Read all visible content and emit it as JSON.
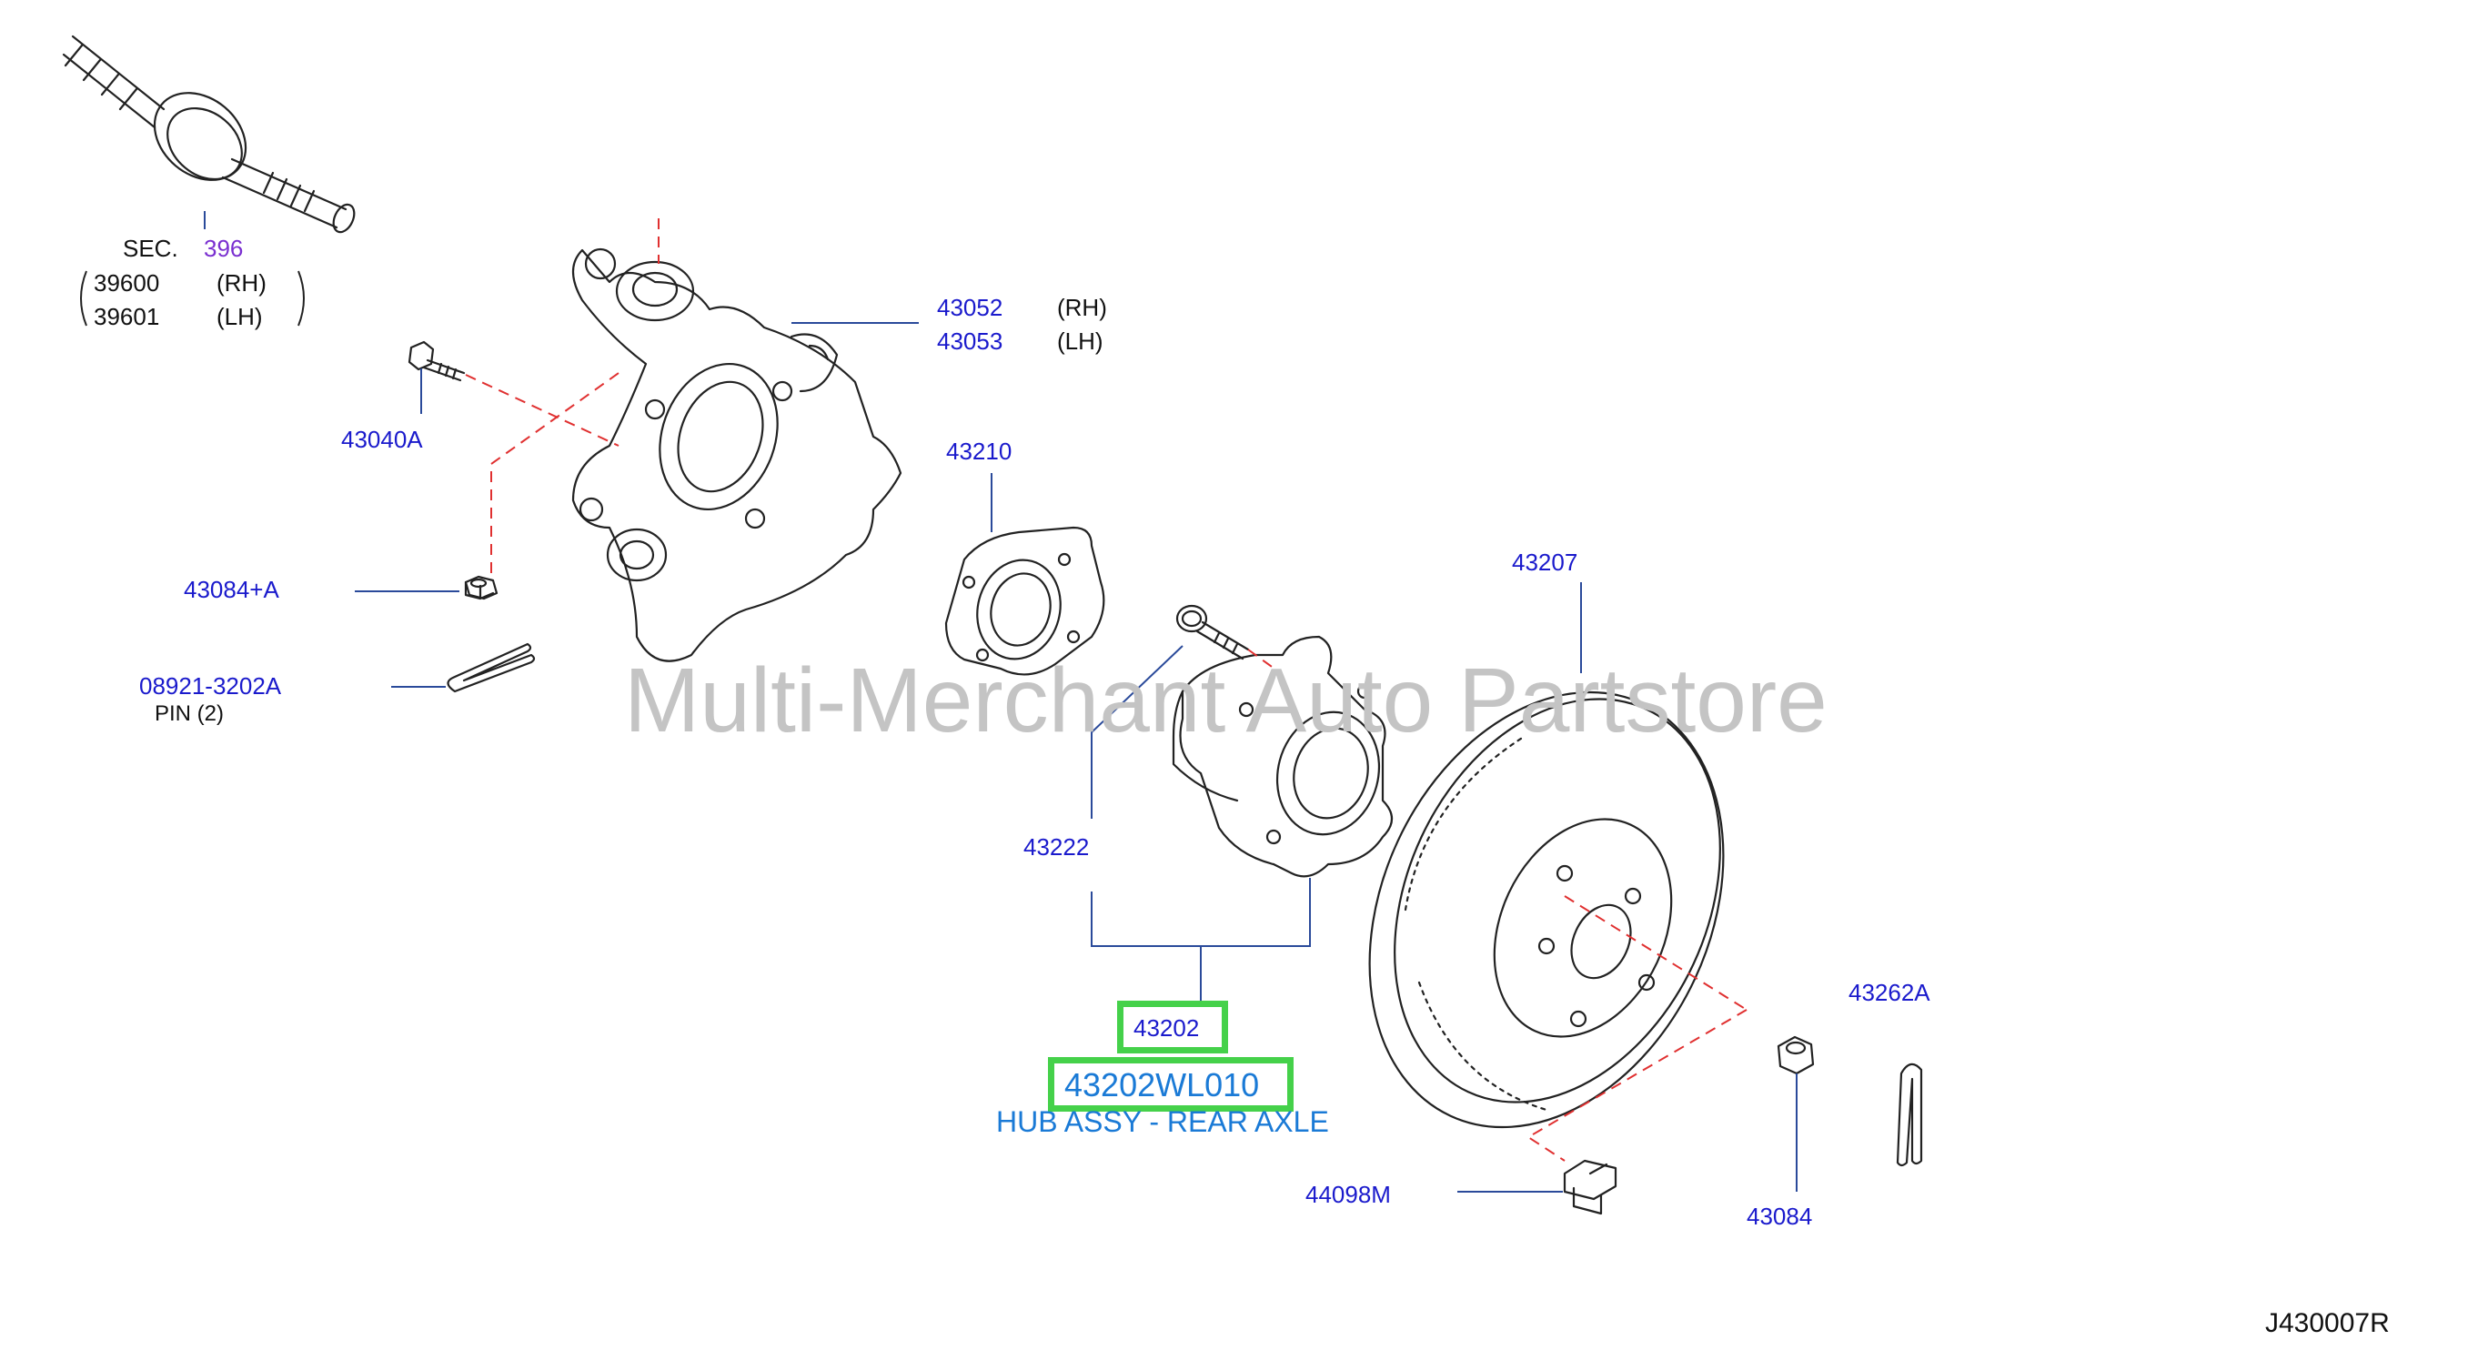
{
  "watermark": "Multi-Merchant Auto Partstore",
  "diagram_code": "J430007R",
  "section": {
    "prefix": "SEC.",
    "number": "396"
  },
  "driveshaft": {
    "rh_part": "39600",
    "rh_side": "(RH)",
    "lh_part": "39601",
    "lh_side": "(LH)"
  },
  "knuckle": {
    "rh_part": "43052",
    "rh_side": "(RH)",
    "lh_part": "43053",
    "lh_side": "(LH)"
  },
  "parts": {
    "bolt_43040A": "43040A",
    "nut_43084A": "43084+A",
    "pin_part": "08921-3202A",
    "pin_desc": "PIN (2)",
    "plate_43210": "43210",
    "hub_bolt_43222": "43222",
    "rotor_43207": "43207",
    "hub_43202": "43202",
    "cotter_43262A": "43262A",
    "plug_44098M": "44098M",
    "nut_43084": "43084"
  },
  "highlight": {
    "part_number": "43202WL010",
    "description": "HUB ASSY - REAR AXLE"
  },
  "colors": {
    "label": "#1a1acc",
    "highlight_border": "#45d14a",
    "highlight_text": "#1a7ad6",
    "dashed_line": "#e03030",
    "leader_line": "#2a4a9a",
    "watermark": "#c4c4c4"
  }
}
